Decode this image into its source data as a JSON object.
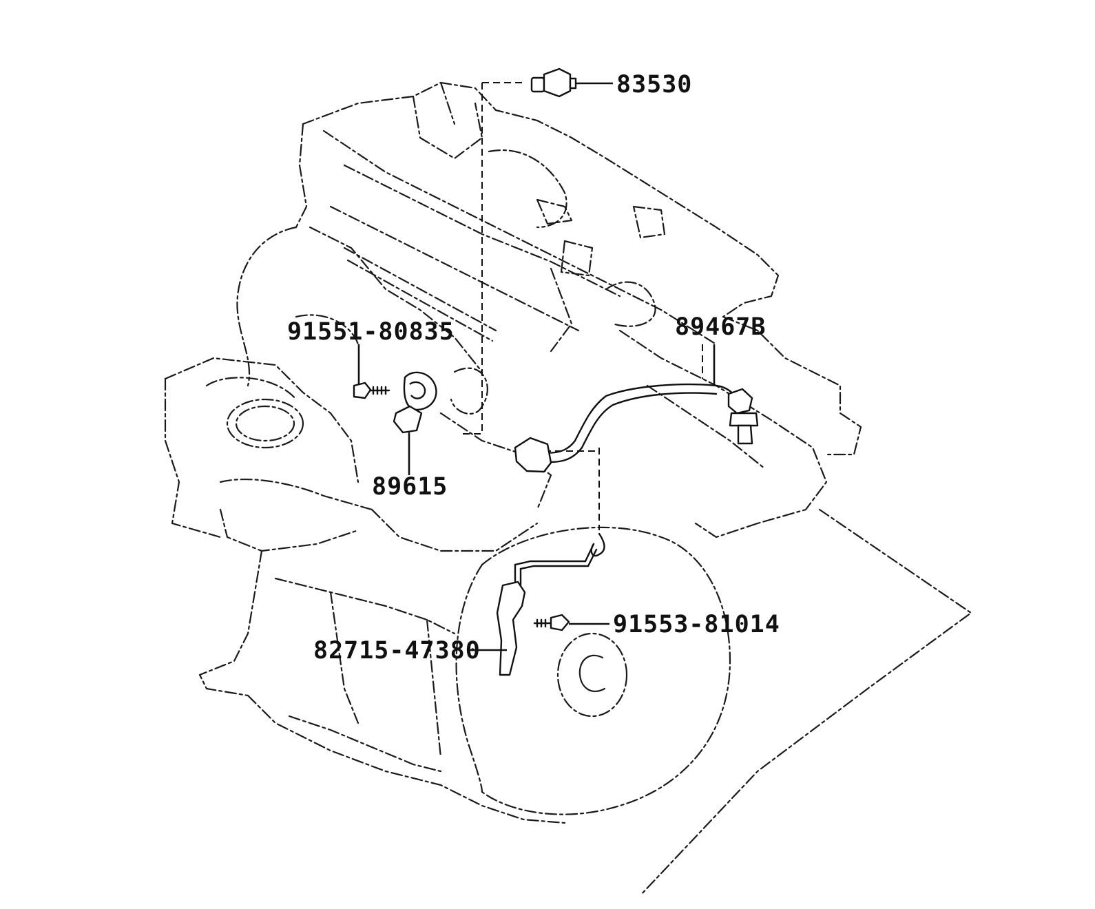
{
  "callouts": {
    "p83530": "83530",
    "p9155180835": "91551-80835",
    "p89467B": "89467B",
    "p89615": "89615",
    "p9155381014": "91553-81014",
    "p8271547380": "82715-47380"
  },
  "colors": {
    "line": "#111111",
    "background": "#ffffff"
  }
}
